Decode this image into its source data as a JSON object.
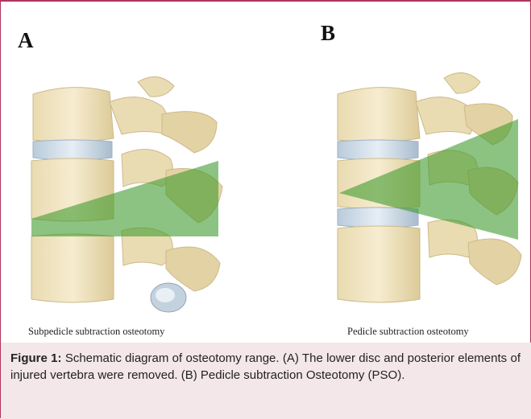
{
  "panels": [
    {
      "letter": "A",
      "caption": "Subpedicle subtraction osteotomy"
    },
    {
      "letter": "B",
      "caption": "Pedicle subtraction osteotomy"
    }
  ],
  "figure_caption": {
    "label": "Figure 1:",
    "text": " Schematic diagram of osteotomy range. (A) The lower disc and posterior elements of injured vertebra were removed. (B) Pedicle subtraction Osteotomy (PSO)."
  },
  "colors": {
    "frame": "#b0345c",
    "caption_bg": "#f3e7ea",
    "bone": "#efe3bf",
    "disc": "#c9d7e3",
    "wedge": "#3f9b2e"
  }
}
